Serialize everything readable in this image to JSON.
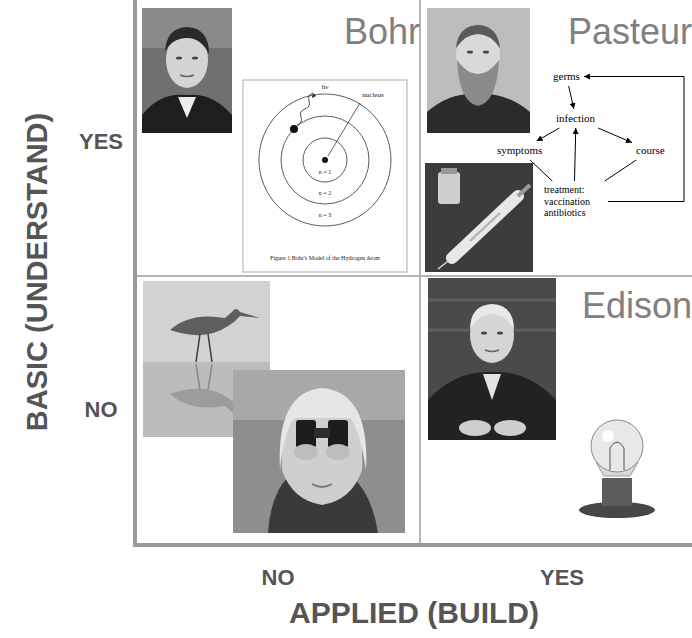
{
  "diagram": {
    "nodes": [
      {
        "text": [
          "Bohr"
        ]
      },
      {
        "text": [
          "Pasteur"
        ]
      },
      {
        "text": [
          "germs"
        ],
        "in": 1
      },
      {
        "text": [
          "infection"
        ],
        "in": 1
      },
      {
        "text": [
          "symptoms"
        ],
        "in": 1
      },
      {
        "text": [
          "course"
        ],
        "in": 1
      },
      {
        "text": [
          "treatment: vaccination antibiotics"
        ],
        "in": 1
      },
      {
        "text": [
          "Edison"
        ]
      }
    ],
    "edges": [
      {
        "from": 2,
        "to": 3,
        "arrow": "to"
      },
      {
        "from": 3,
        "to": 4,
        "arrow": "to"
      },
      {
        "from": 3,
        "to": 5,
        "arrow": "to"
      },
      {
        "from": 6,
        "to": 3,
        "arrow": "to"
      },
      {
        "from": 4,
        "to": 6,
        "arrow": "none"
      },
      {
        "from": 5,
        "to": 6,
        "arrow": "none"
      },
      {
        "from": 6,
        "to": 2,
        "arrow": "to"
      }
    ],
    "labels": [
      "YES",
      "NO",
      "BASIC (UNDERSTAND)",
      "NO",
      "YES",
      "APPLIED (BUILD)",
      "hν",
      "nucleus",
      "n = 1",
      "n = 2",
      "n = 3",
      "Figure 1 Bohr's Model of the Hydrogen Atom"
    ]
  }
}
